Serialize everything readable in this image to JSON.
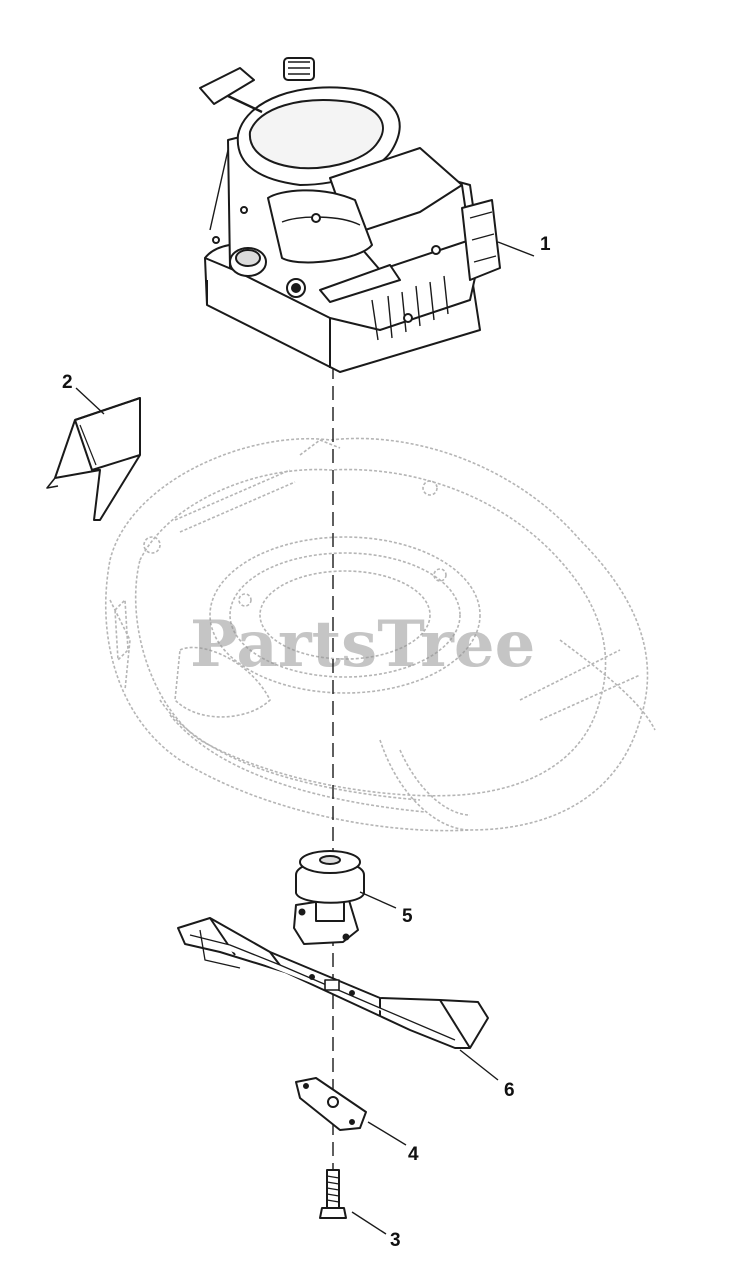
{
  "diagram": {
    "callouts": [
      {
        "id": "1",
        "part": "engine"
      },
      {
        "id": "2",
        "part": "deflector"
      },
      {
        "id": "3",
        "part": "blade-bolt"
      },
      {
        "id": "4",
        "part": "blade-washer"
      },
      {
        "id": "5",
        "part": "blade-adapter"
      },
      {
        "id": "6",
        "part": "blade"
      }
    ],
    "watermark": "PartsTree"
  },
  "colors": {
    "line": "#1a1a1a",
    "deck_line": "#b5b5b5",
    "fill": "#ffffff",
    "shade": "#dcdcdc"
  }
}
